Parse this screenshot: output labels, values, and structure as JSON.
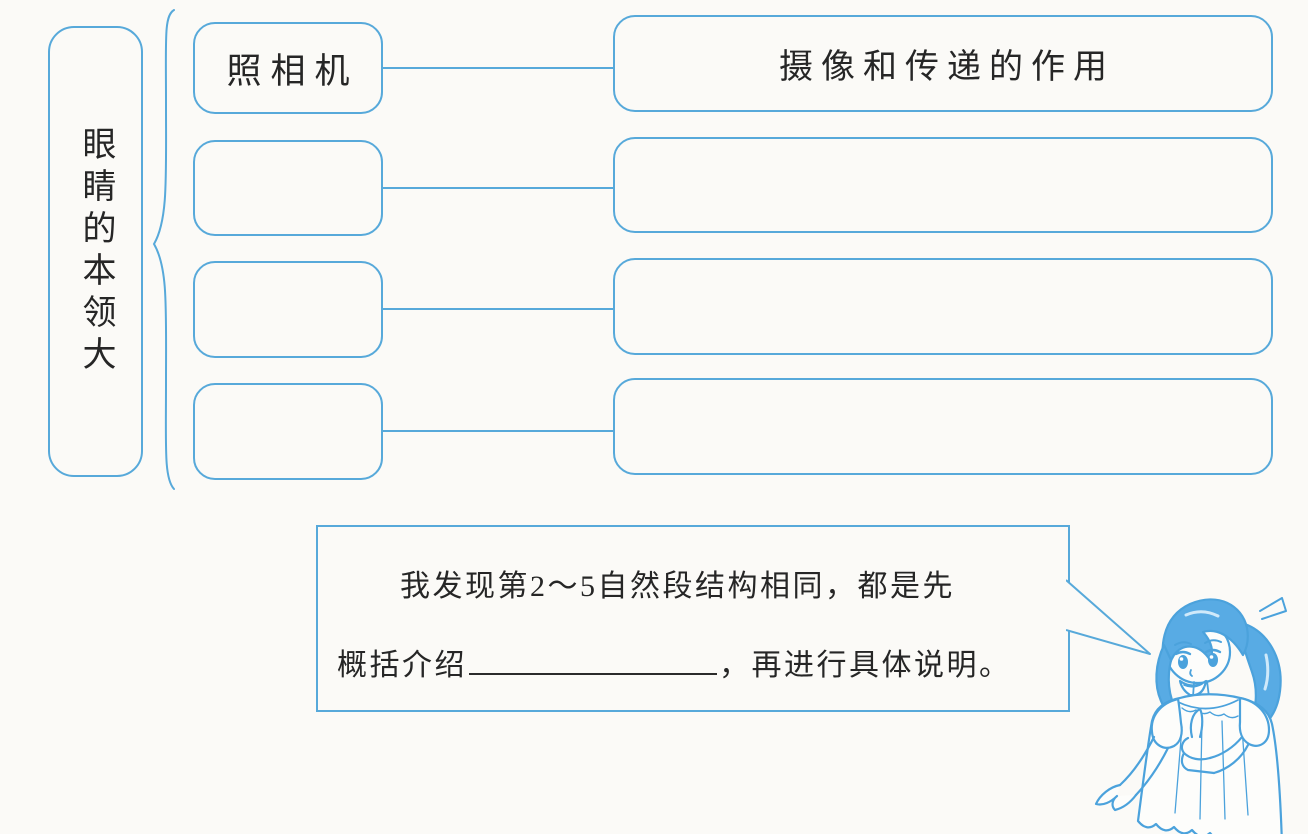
{
  "colors": {
    "accent_blue": "#57a9da",
    "illustration_blue": "#4ba2dc",
    "ink": "#262626",
    "paper": "#fbfaf7"
  },
  "mindmap": {
    "root_label": "眼睛的本领大",
    "brace_icon": "left-curly-brace",
    "rows": [
      {
        "topic": "照相机",
        "detail": "摄像和传递的作用"
      },
      {
        "topic": "",
        "detail": ""
      },
      {
        "topic": "",
        "detail": ""
      },
      {
        "topic": "",
        "detail": ""
      }
    ]
  },
  "speech_bubble": {
    "line1": "我发现第2～5自然段结构相同，都是先",
    "line2_prefix": "概括介绍",
    "line2_suffix": "，再进行具体说明。"
  },
  "illustration_name": "girl-with-pigtails"
}
